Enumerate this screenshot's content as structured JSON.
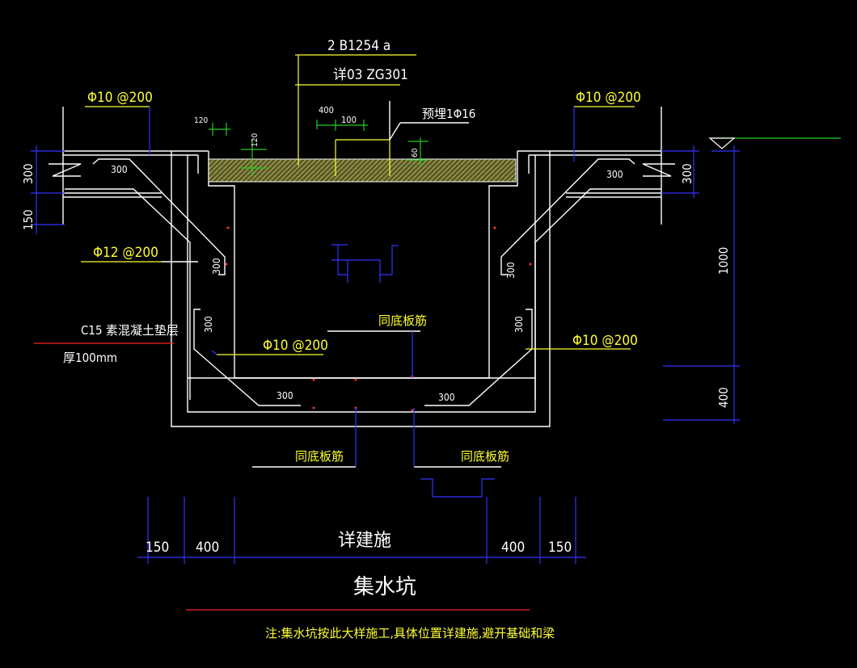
{
  "drawing": {
    "top_callout_1": "2 B1254 a",
    "top_callout_2": "详03 ZG301",
    "rebar_top_left": "Φ10 @200",
    "rebar_top_right": "Φ10 @200",
    "rebar_left_wall": "Φ12 @200",
    "rebar_bottom_left": "Φ10 @200",
    "rebar_bottom_right": "Φ10 @200",
    "embed_label": "预埋1Φ16",
    "cushion_label_1": "C15 素混凝土垫层",
    "cushion_label_2": "厚100mm",
    "same_bottom_1": "同底板筋",
    "same_bottom_2": "同底板筋",
    "same_bottom_3": "同底板筋",
    "dim_120_h": "120",
    "dim_120_v": "120",
    "dim_400_small": "400",
    "dim_100_small": "100",
    "dim_60": "60",
    "hook_300_tl": "300",
    "hook_300_tr": "300",
    "hook_300_ml": "300",
    "hook_300_mr": "300",
    "hook_300_ll": "300",
    "hook_300_lr": "300",
    "hook_300_bl": "300",
    "hook_300_br": "300",
    "dim_left_300": "300",
    "dim_left_150": "150",
    "dim_right_300": "300",
    "dim_right_1000": "1000",
    "dim_right_400": "400",
    "dim_b_150_l": "150",
    "dim_b_400_l": "400",
    "dim_b_center": "详建施",
    "dim_b_400_r": "400",
    "dim_b_150_r": "150",
    "title": "集水坑",
    "note": "注:集水坑按此大样施工,具体位置详建施,避开基础和梁"
  }
}
